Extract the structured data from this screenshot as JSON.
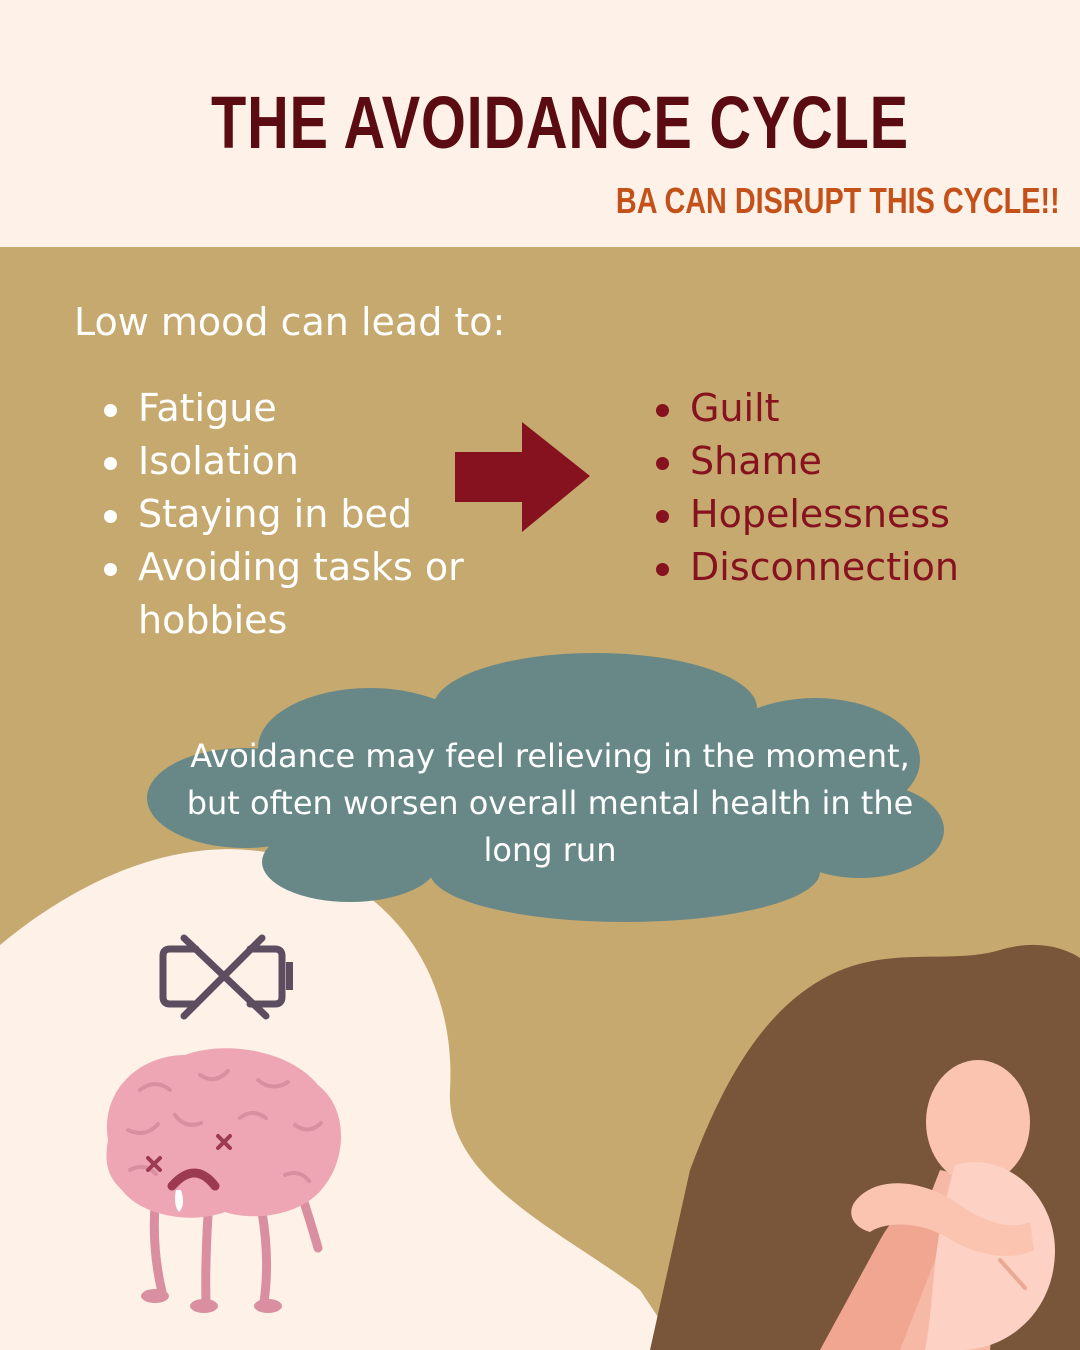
{
  "header": {
    "title": "THE AVOIDANCE CYCLE",
    "subtitle": "BA CAN DISRUPT THIS CYCLE!!"
  },
  "intro": "Low mood can lead to:",
  "causes": [
    "Fatigue",
    "Isolation",
    "Staying in bed",
    "Avoiding tasks or hobbies"
  ],
  "consequences": [
    "Guilt",
    "Shame",
    "Hopelessness",
    "Disconnection"
  ],
  "cloud": {
    "text": "Avoidance may feel relieving in the moment, but often worsen overall mental health in the long run"
  },
  "colors": {
    "background_tan": "#c6a96e",
    "header_cream": "#fdf1e8",
    "title_maroon": "#5b0c12",
    "subtitle_orange": "#c4511a",
    "arrow_red": "#861220",
    "cloud_slate": "#688888",
    "blob_brown": "#79563a",
    "brain_pink": "#eea6b4"
  },
  "icons": {
    "arrow": "arrow-right-icon",
    "battery": "dead-battery-icon",
    "brain": "sad-brain-illustration",
    "person": "sitting-person-illustration"
  }
}
